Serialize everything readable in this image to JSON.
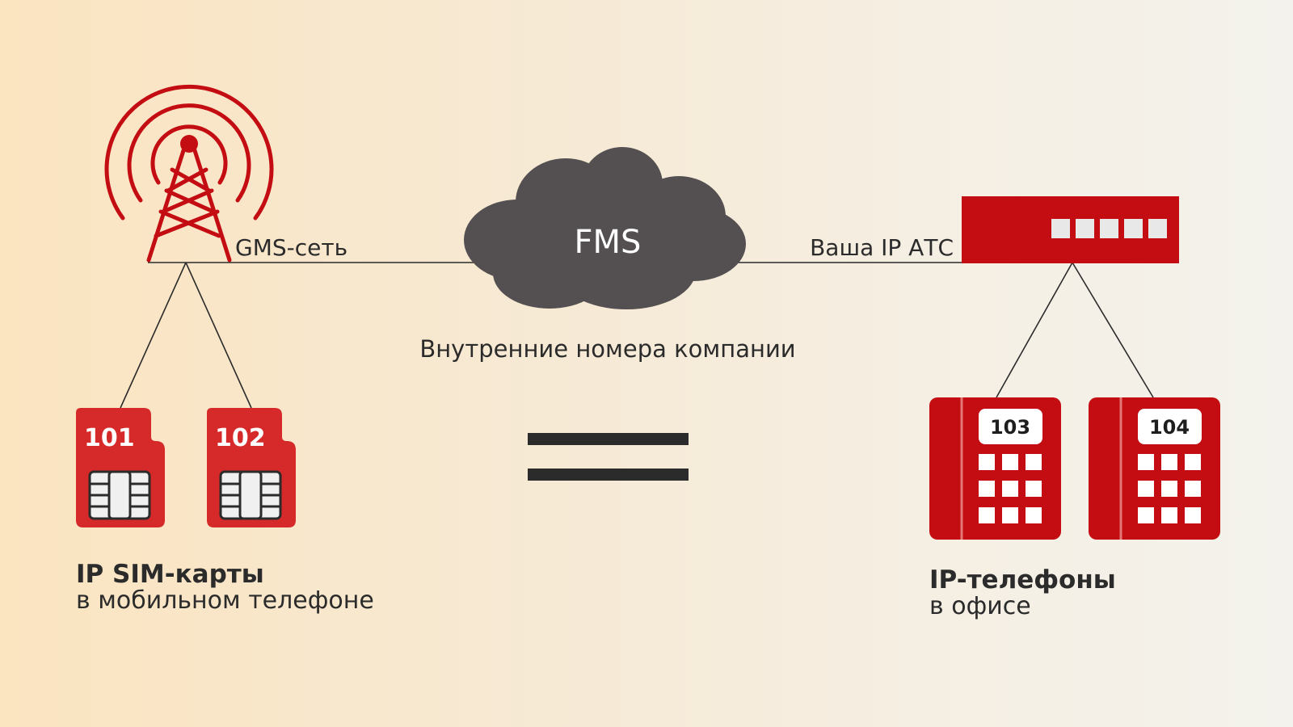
{
  "labels": {
    "gsm_network": "GMS-сеть",
    "cloud": "FMS",
    "ip_pbx": "Ваша IP АТС",
    "internal_numbers": "Внутренние номера компании"
  },
  "sim_cards": [
    {
      "number": "101"
    },
    {
      "number": "102"
    }
  ],
  "desk_phones": [
    {
      "number": "103"
    },
    {
      "number": "104"
    }
  ],
  "captions": {
    "sim": {
      "title": "IP SIM-карты",
      "subtitle": "в мобильном телефоне"
    },
    "phones": {
      "title": "IP-телефоны",
      "subtitle": "в офисе"
    }
  },
  "colors": {
    "brand_red": "#c40d13",
    "sim_red": "#d62a2a",
    "cloud": "#545051",
    "text": "#2b2b2b"
  },
  "icons": [
    "cell-tower-icon",
    "cloud-icon",
    "pbx-device-icon",
    "sim-card-icon",
    "desk-phone-icon",
    "equals-sign-icon"
  ]
}
